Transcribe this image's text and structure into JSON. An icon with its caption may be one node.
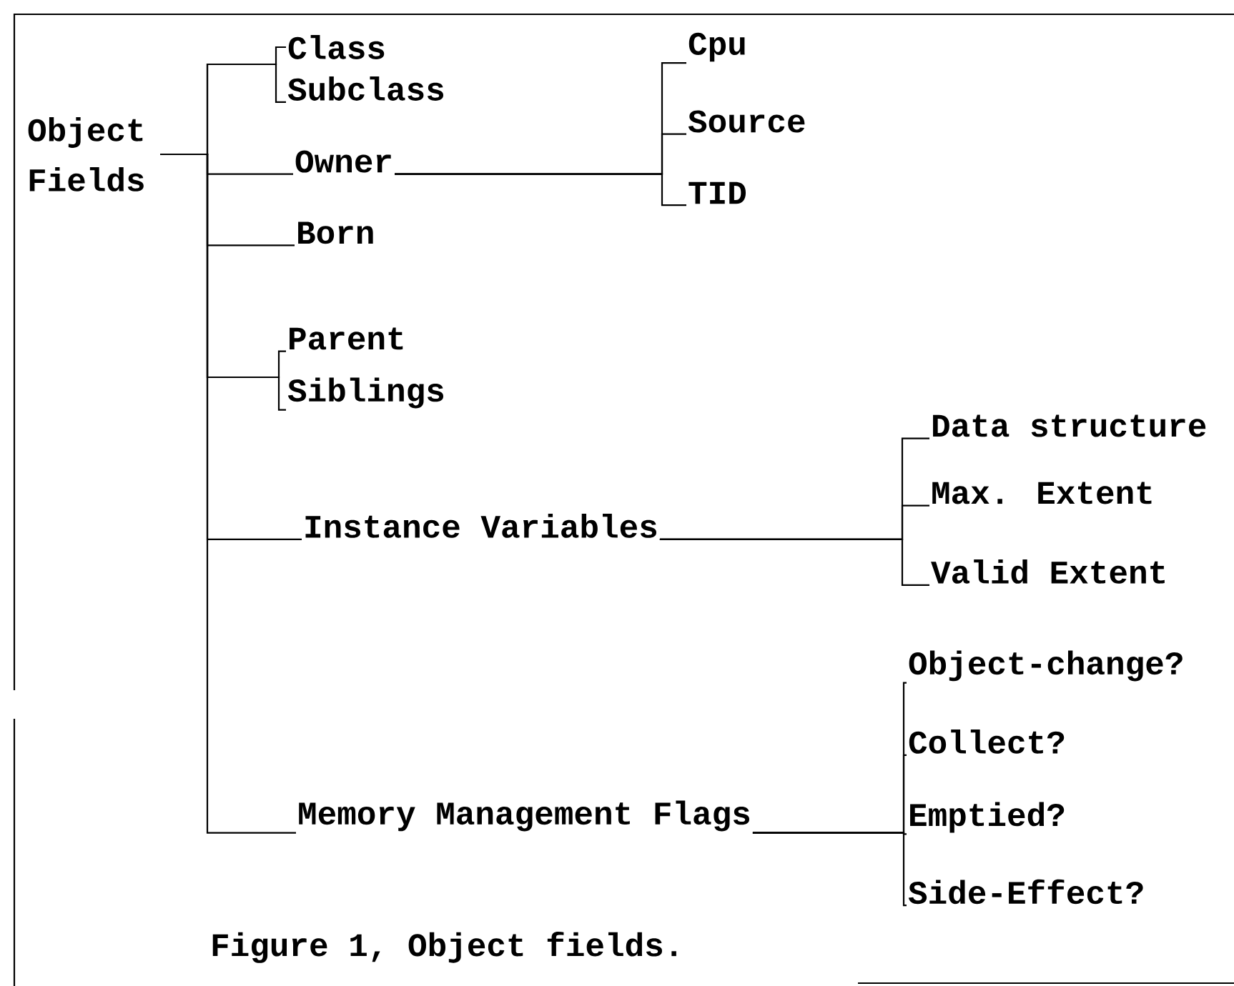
{
  "diagram": {
    "caption": "Figure 1, Object fields.",
    "nodes": [
      {
        "text": [
          "Object Fields"
        ]
      },
      {
        "text": [
          "Class"
        ]
      },
      {
        "text": [
          "Subclass"
        ]
      },
      {
        "text": [
          "Owner"
        ]
      },
      {
        "text": [
          "Born"
        ]
      },
      {
        "text": [
          "Parent"
        ]
      },
      {
        "text": [
          "Siblings"
        ]
      },
      {
        "text": [
          "Instance Variables"
        ]
      },
      {
        "text": [
          "Memory Management Flags"
        ]
      },
      {
        "text": [
          "Cpu"
        ]
      },
      {
        "text": [
          "Source"
        ]
      },
      {
        "text": [
          "TID"
        ]
      },
      {
        "text": [
          "Data structure"
        ]
      },
      {
        "text": [
          "Max. Extent"
        ]
      },
      {
        "text": [
          "Valid Extent"
        ]
      },
      {
        "text": [
          "Object-change?"
        ]
      },
      {
        "text": [
          "Collect?"
        ]
      },
      {
        "text": [
          "Emptied?"
        ]
      },
      {
        "text": [
          "Side-Effect?"
        ]
      }
    ],
    "edges": [
      {
        "from": 0,
        "to": 1,
        "arrow": "none"
      },
      {
        "from": 0,
        "to": 2,
        "arrow": "none"
      },
      {
        "from": 0,
        "to": 3,
        "arrow": "none"
      },
      {
        "from": 0,
        "to": 4,
        "arrow": "none"
      },
      {
        "from": 0,
        "to": 5,
        "arrow": "none"
      },
      {
        "from": 0,
        "to": 6,
        "arrow": "none"
      },
      {
        "from": 0,
        "to": 7,
        "arrow": "none"
      },
      {
        "from": 0,
        "to": 8,
        "arrow": "none"
      },
      {
        "from": 3,
        "to": 9,
        "arrow": "none"
      },
      {
        "from": 3,
        "to": 10,
        "arrow": "none"
      },
      {
        "from": 3,
        "to": 11,
        "arrow": "none"
      },
      {
        "from": 7,
        "to": 12,
        "arrow": "none"
      },
      {
        "from": 7,
        "to": 13,
        "arrow": "none"
      },
      {
        "from": 7,
        "to": 14,
        "arrow": "none"
      },
      {
        "from": 8,
        "to": 15,
        "arrow": "none"
      },
      {
        "from": 8,
        "to": 16,
        "arrow": "none"
      },
      {
        "from": 8,
        "to": 17,
        "arrow": "none"
      },
      {
        "from": 8,
        "to": 18,
        "arrow": "none"
      }
    ]
  }
}
